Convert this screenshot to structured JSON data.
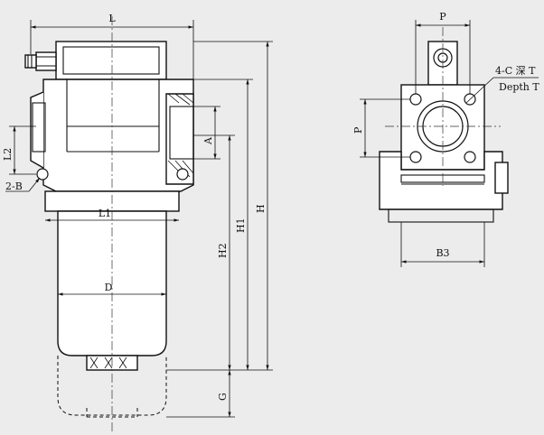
{
  "colors": {
    "background": "#ececec",
    "line": "#111111",
    "part_fill": "#ffffff"
  },
  "side_view": {
    "dim_L": "L",
    "dim_L1": "L1",
    "dim_L2": "L2",
    "dim_A": "A",
    "dim_D": "D",
    "dim_H": "H",
    "dim_H1": "H1",
    "dim_H2": "H2",
    "dim_G": "G",
    "dim_2B": "2-B"
  },
  "front_view": {
    "dim_P_top": "P",
    "dim_P_side": "P",
    "dim_B3": "B3",
    "note_holes": "4-C 深 T",
    "note_depth": "Depth T"
  }
}
